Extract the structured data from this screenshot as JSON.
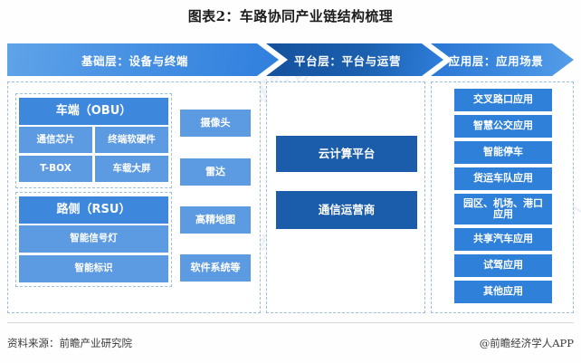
{
  "title": "图表2：车路协同产业链结构梳理",
  "header": {
    "layers": [
      {
        "label": "基础层：设备与终端",
        "color": "#4a93e4"
      },
      {
        "label": "平台层：平台与运营",
        "color": "#1b5fae"
      },
      {
        "label": "应用层：应用场景",
        "color": "#3d8ae0"
      }
    ]
  },
  "base_layer": {
    "obu": {
      "title": "车端（OBU）",
      "items": [
        "通信芯片",
        "终端软硬件",
        "T-BOX",
        "车载大屏"
      ]
    },
    "rsu": {
      "title": "路侧（RSU）",
      "items": [
        "智能信号灯",
        "智能标识"
      ]
    },
    "components": [
      "摄像头",
      "雷达",
      "高精地图",
      "软件系统等"
    ]
  },
  "platform_layer": {
    "items": [
      "云计算平台",
      "通信运营商"
    ]
  },
  "application_layer": {
    "items": [
      "交叉路口应用",
      "智慧公交应用",
      "智能停车",
      "货运车队应用",
      "园区、机场、港口\n应用",
      "共享汽车应用",
      "试驾应用",
      "其他应用"
    ]
  },
  "footer": {
    "source": "资料来源：前瞻产业研究院",
    "brand": "@前瞻经济学人APP"
  },
  "watermarks": [
    "前瞻产业研究院",
    "前瞻产业研究院",
    "前瞻经济学人"
  ],
  "colors": {
    "box_main": "#3d88dd",
    "box_sub": "#5c9ae2",
    "box_dark": "#1b5cab",
    "box_app": "#2f80d8",
    "dashed_border": "#9bbfe3"
  }
}
